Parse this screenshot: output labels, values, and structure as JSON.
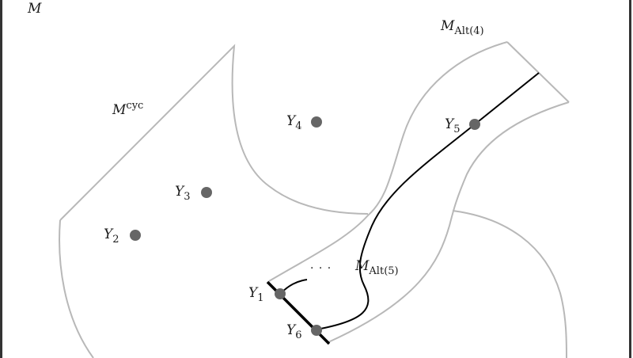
{
  "diagram": {
    "title_label": {
      "base": "M"
    },
    "regions": [
      {
        "id": "cyc",
        "label": {
          "base": "M",
          "sup": "cyc"
        }
      },
      {
        "id": "alt4",
        "label": {
          "base": "M",
          "sub": "Alt(4)"
        }
      },
      {
        "id": "alt5",
        "label": {
          "base": "M",
          "sub": "Alt(5)"
        }
      }
    ],
    "points": [
      {
        "id": "Y1",
        "base": "Y",
        "sub": "1"
      },
      {
        "id": "Y2",
        "base": "Y",
        "sub": "2"
      },
      {
        "id": "Y3",
        "base": "Y",
        "sub": "3"
      },
      {
        "id": "Y4",
        "base": "Y",
        "sub": "4"
      },
      {
        "id": "Y5",
        "base": "Y",
        "sub": "5"
      },
      {
        "id": "Y6",
        "base": "Y",
        "sub": "6"
      }
    ],
    "ellipsis": "· · ·",
    "colors": {
      "region_stroke": "#b8b8b8",
      "path_stroke": "#000000",
      "point_fill": "#666666",
      "frame": "#333333"
    }
  }
}
